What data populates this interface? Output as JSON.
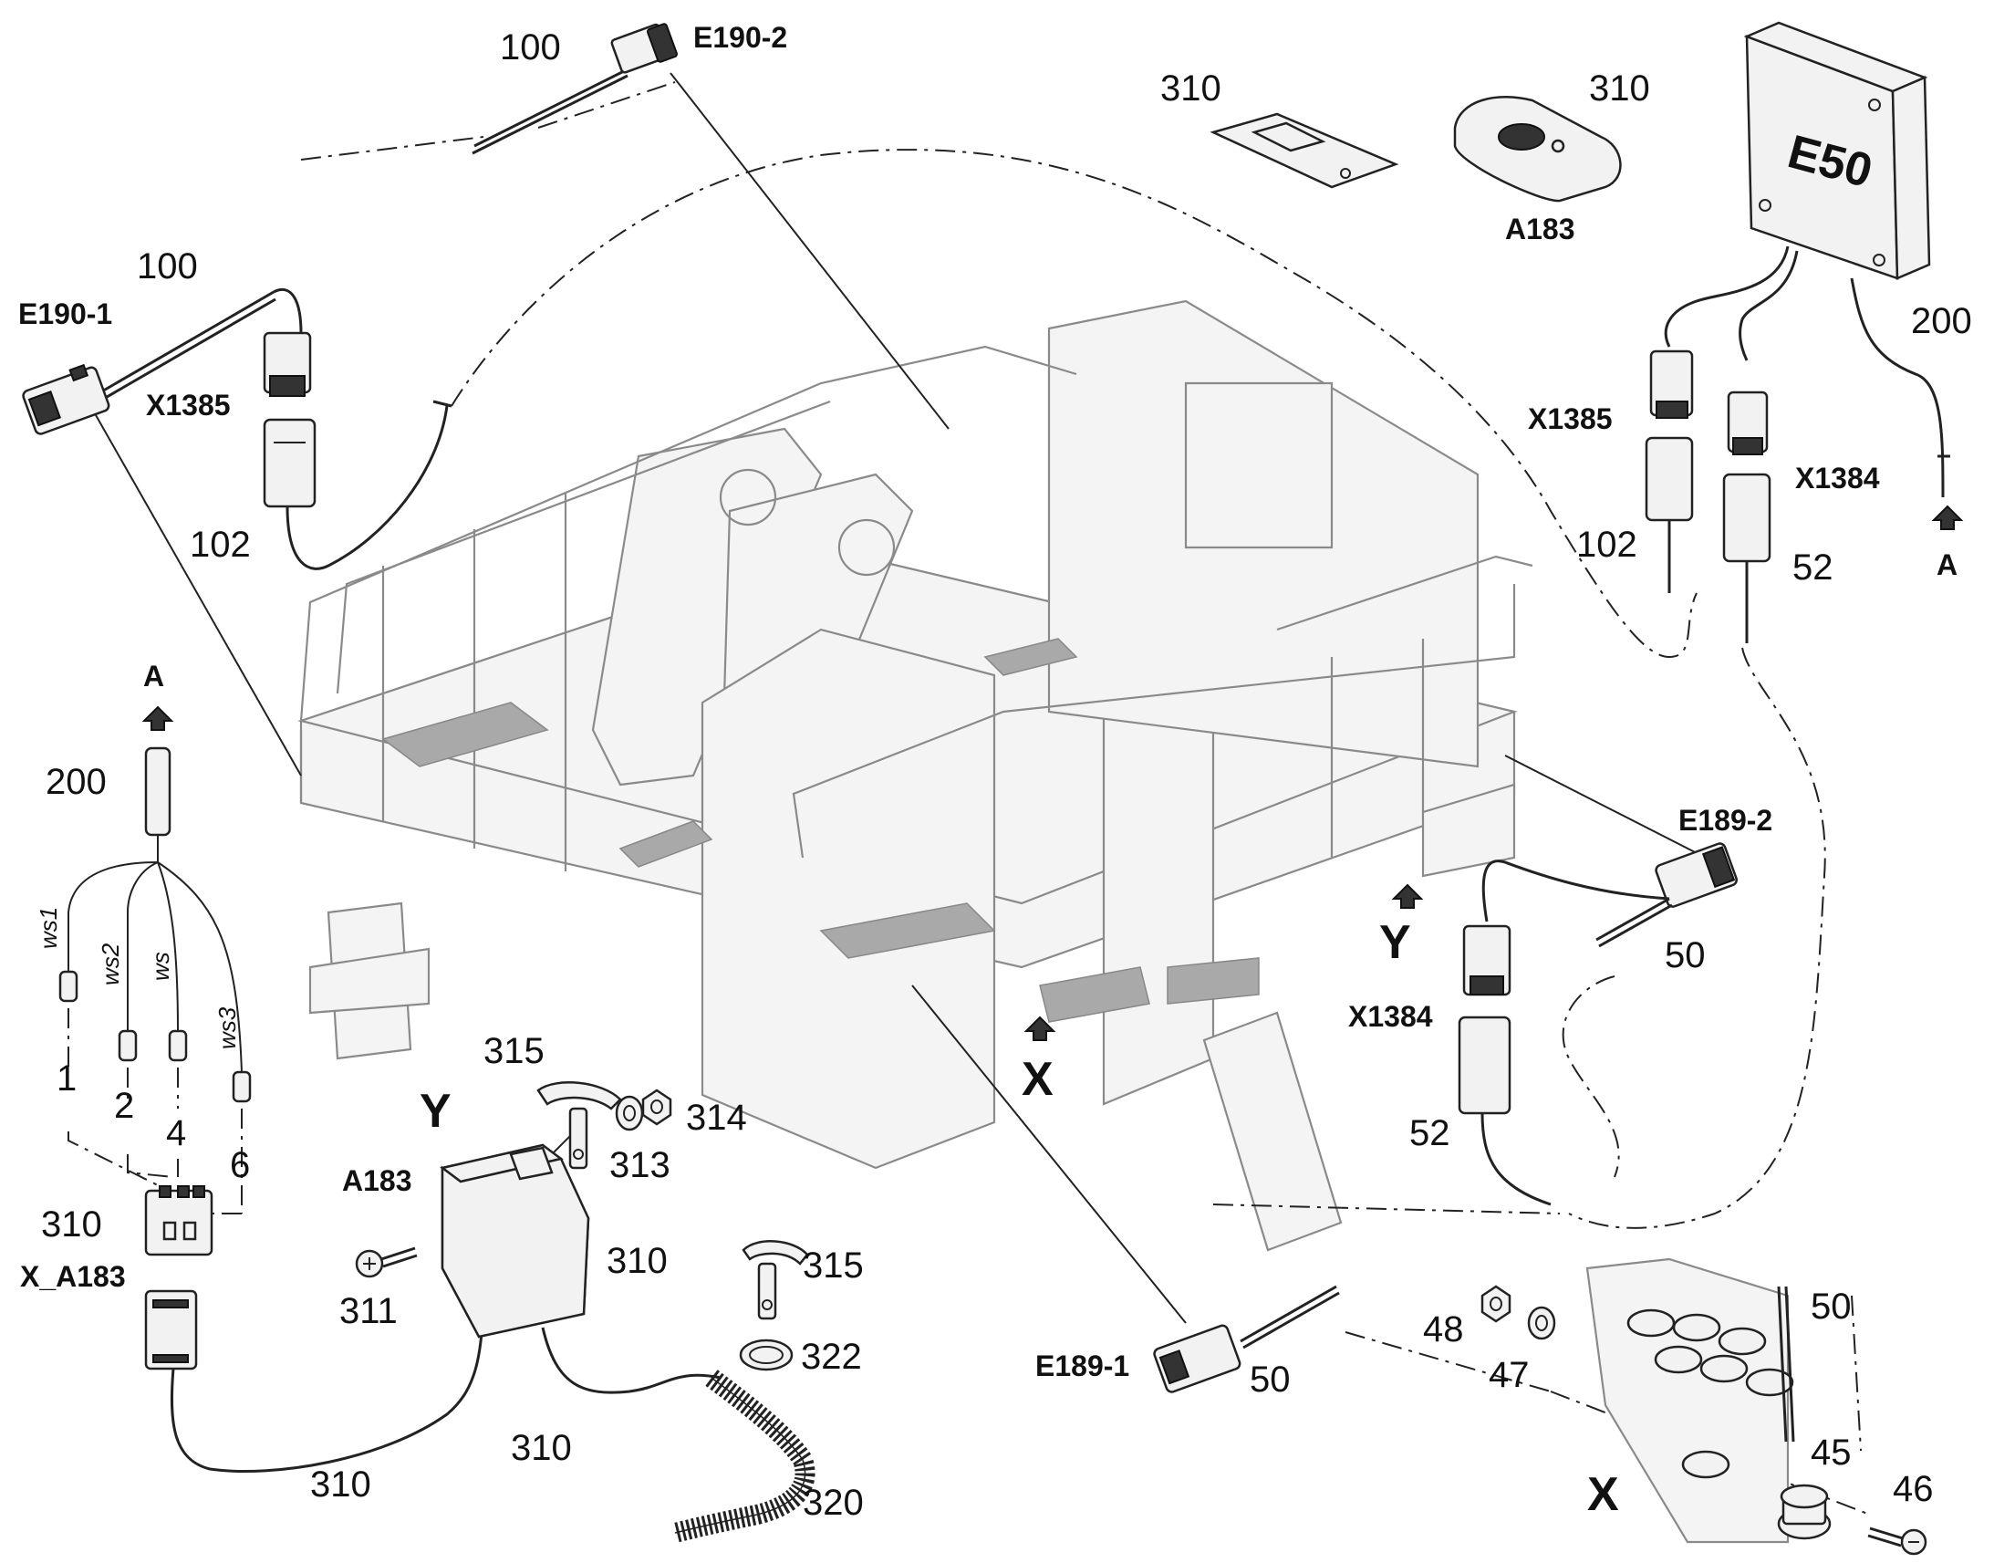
{
  "labels": {
    "e190_2": "E190-2",
    "e190_1": "E190-1",
    "x1385_left": "X1385",
    "x1385_right": "X1385",
    "x1384_right": "X1384",
    "x1384_mid": "X1384",
    "a183_top": "A183",
    "a183_mid": "A183",
    "e189_2": "E189-2",
    "e189_1": "E189-1",
    "x_a183": "X_A183",
    "e50": "E50",
    "arrow_a_left": "A",
    "arrow_a_right": "A",
    "view_x_machine": "X",
    "view_y_machine": "Y",
    "view_y_detail": "Y",
    "view_x_detail": "X",
    "n100_top": "100",
    "n100_left": "100",
    "n102_left": "102",
    "n102_right": "102",
    "n52_right": "52",
    "n52_mid": "52",
    "n50_mid": "50",
    "n50_bottom": "50",
    "n50_detail": "50",
    "n200_right": "200",
    "n200_left": "200",
    "n310_card": "310",
    "n310_remote": "310",
    "n310_plug": "310",
    "n310_box": "310",
    "n310_cable_a": "310",
    "n310_cable_b": "310",
    "n311": "311",
    "n313": "313",
    "n314": "314",
    "n315_top": "315",
    "n315_bottom": "315",
    "n320": "320",
    "n322": "322",
    "n45": "45",
    "n46": "46",
    "n47": "47",
    "n48": "48",
    "wire_ws1": "ws1",
    "wire_ws2": "ws2",
    "wire_ws": "ws",
    "wire_ws3": "ws3",
    "pin_1": "1",
    "pin_2": "2",
    "pin_4": "4",
    "pin_6": "6"
  }
}
